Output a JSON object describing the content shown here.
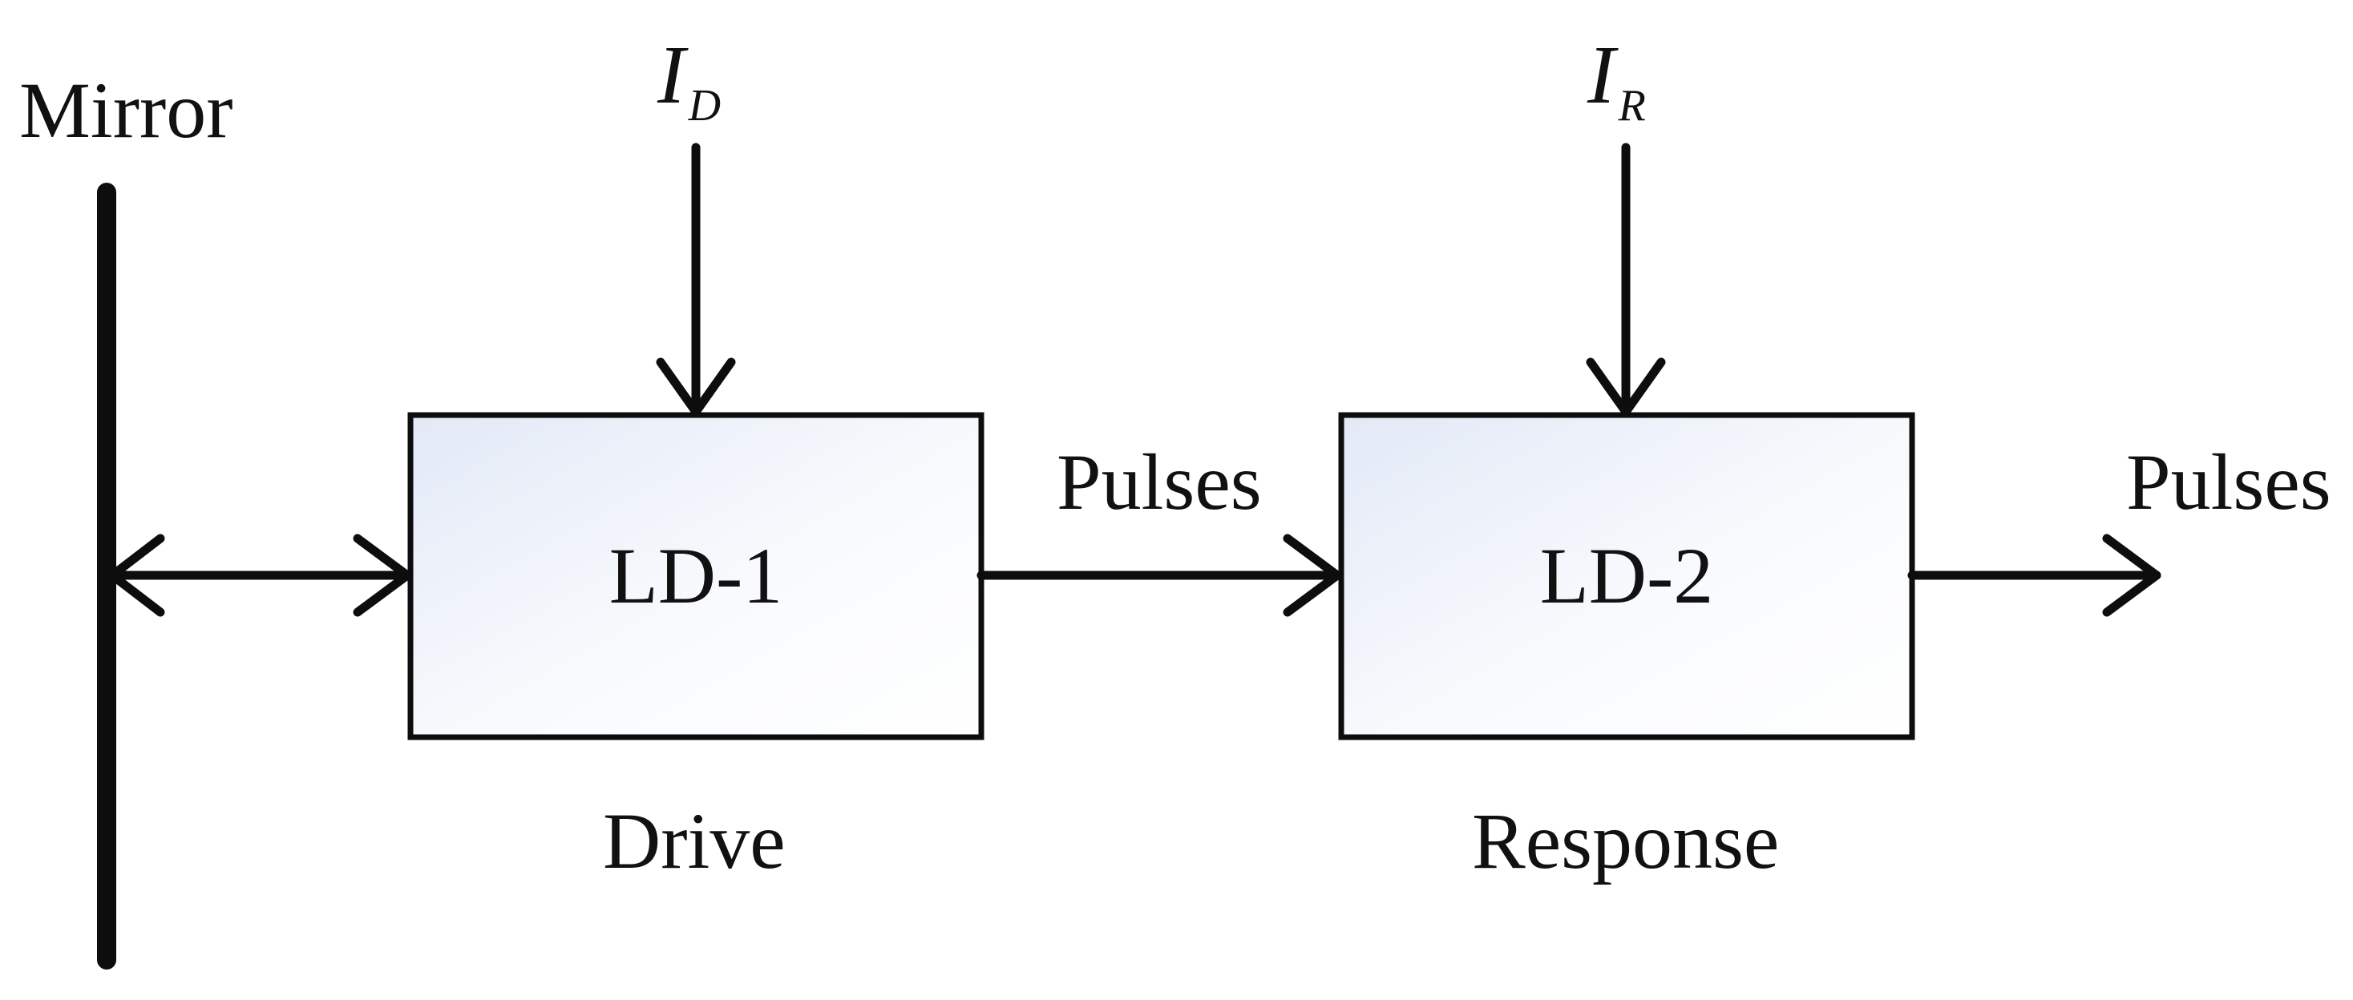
{
  "mirror": {
    "label": "Mirror"
  },
  "drive_current": {
    "symbol": "I",
    "subscript": "D"
  },
  "response_current": {
    "symbol": "I",
    "subscript": "R"
  },
  "ld1": {
    "label": "LD-1",
    "caption": "Drive"
  },
  "ld2": {
    "label": "LD-2",
    "caption": "Response"
  },
  "pulses_middle": {
    "label": "Pulses"
  },
  "pulses_output": {
    "label": "Pulses"
  },
  "colors": {
    "stroke": "#0d0d0d",
    "box_fill_light": "#e4ebf7",
    "box_fill_white": "#ffffff"
  }
}
